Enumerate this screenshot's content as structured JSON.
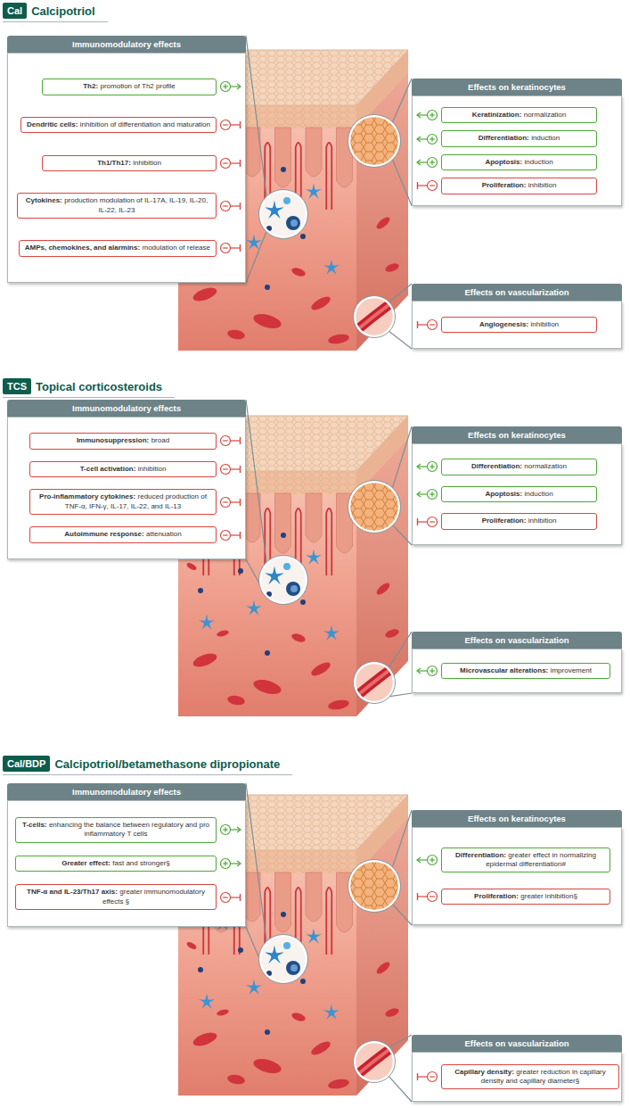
{
  "diagram": {
    "nodes": [
      {
        "text": [
          "Cal",
          "Calcipotriol"
        ]
      },
      {
        "text": [
          "Immunomodulatory effects"
        ]
      },
      {
        "text": [
          "Th2:",
          "promotion of Th2 profile"
        ],
        "in": 1
      },
      {
        "text": [
          "Dendritic cells:",
          "inhibition of differentiation and maturation"
        ],
        "in": 1
      },
      {
        "text": [
          "Th1/Th17:",
          "inhibition"
        ],
        "in": 1
      },
      {
        "text": [
          "Cytokines:",
          "production modulation of IL-17A, IL-19, IL-20, IL-22, IL-23"
        ],
        "in": 1
      },
      {
        "text": [
          "AMPs, chemokines, and alarmins:",
          "modulation of release"
        ],
        "in": 1
      },
      {
        "text": [
          "Effects on keratinocytes"
        ]
      },
      {
        "text": [
          "Keratinization:",
          "normalization"
        ],
        "in": 7
      },
      {
        "text": [
          "Differentiation:",
          "induction"
        ],
        "in": 7
      },
      {
        "text": [
          "Apoptosis:",
          "induction"
        ],
        "in": 7
      },
      {
        "text": [
          "Proliferation:",
          "inhibition"
        ],
        "in": 7
      },
      {
        "text": [
          "Effects on vascularization"
        ]
      },
      {
        "text": [
          "Angiogenesis:",
          "inhibition"
        ],
        "in": 12
      },
      {
        "text": [
          "TCS",
          "Topical corticosteroids"
        ]
      },
      {
        "text": [
          "Immunomodulatory effects"
        ]
      },
      {
        "text": [
          "Immunosuppression:",
          "broad"
        ],
        "in": 15
      },
      {
        "text": [
          "T-cell activation:",
          "inhibition"
        ],
        "in": 15
      },
      {
        "text": [
          "Pro-inflammatory cytokines:",
          "reduced production of TNF-α, IFN-γ, IL-17, IL-22, and IL-13"
        ],
        "in": 15
      },
      {
        "text": [
          "Autoimmune response:",
          "attenuation"
        ],
        "in": 15
      },
      {
        "text": [
          "Effects on keratinocytes"
        ]
      },
      {
        "text": [
          "Differentiation:",
          "normalization"
        ],
        "in": 20
      },
      {
        "text": [
          "Apoptosis:",
          "induction"
        ],
        "in": 20
      },
      {
        "text": [
          "Proliferation:",
          "inhibition"
        ],
        "in": 20
      },
      {
        "text": [
          "Effects on vascularization"
        ]
      },
      {
        "text": [
          "Microvascular alterations:",
          "improvement"
        ],
        "in": 24
      },
      {
        "text": [
          "Cal/BDP",
          "Calcipotriol/betamethasone dipropionate"
        ]
      },
      {
        "text": [
          "Immunomodulatory effects"
        ]
      },
      {
        "text": [
          "T-cells:",
          "enhancing the balance between regulatory and pro inflammatory T cells"
        ],
        "in": 27
      },
      {
        "text": [
          "Greater effect:",
          "fast and stronger§"
        ],
        "in": 27
      },
      {
        "text": [
          "TNF-α and IL-23/Th17 axis:",
          "greater immunomodulatory effects §"
        ],
        "in": 27
      },
      {
        "text": [
          "Effects on keratinocytes"
        ]
      },
      {
        "text": [
          "Differentiation:",
          "greater effect in normalizing epidermal differentiation#"
        ],
        "in": 31
      },
      {
        "text": [
          "Proliferation:",
          "greater inhibition§"
        ],
        "in": 31
      },
      {
        "text": [
          "Effects on vascularization"
        ]
      },
      {
        "text": [
          "Capillary density:",
          "greater reduction in capillary density and capillary diameter§"
        ],
        "in": 34
      }
    ]
  }
}
